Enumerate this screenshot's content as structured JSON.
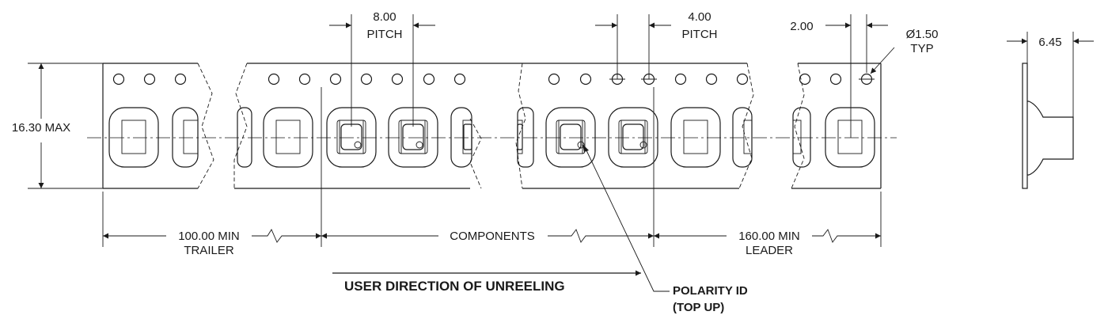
{
  "dimensions": {
    "pitch_8": {
      "value": "8.00",
      "note": "PITCH"
    },
    "pitch_4": {
      "value": "4.00",
      "note": "PITCH"
    },
    "offset_2": {
      "value": "2.00"
    },
    "hole_dia": {
      "value": "Ø1.50",
      "note": "TYP"
    },
    "depth": {
      "value": "6.45"
    },
    "width": {
      "value": "16.30 MAX"
    }
  },
  "sections": {
    "trailer": {
      "value": "100.00 MIN",
      "name": "TRAILER"
    },
    "components": {
      "name": "COMPONENTS"
    },
    "leader": {
      "value": "160.00 MIN",
      "name": "LEADER"
    }
  },
  "direction_label": "USER DIRECTION OF UNREELING",
  "polarity": {
    "line1": "POLARITY ID",
    "line2": "(TOP UP)"
  },
  "colors": {
    "line": "#1a1a1a",
    "background": "#ffffff"
  }
}
